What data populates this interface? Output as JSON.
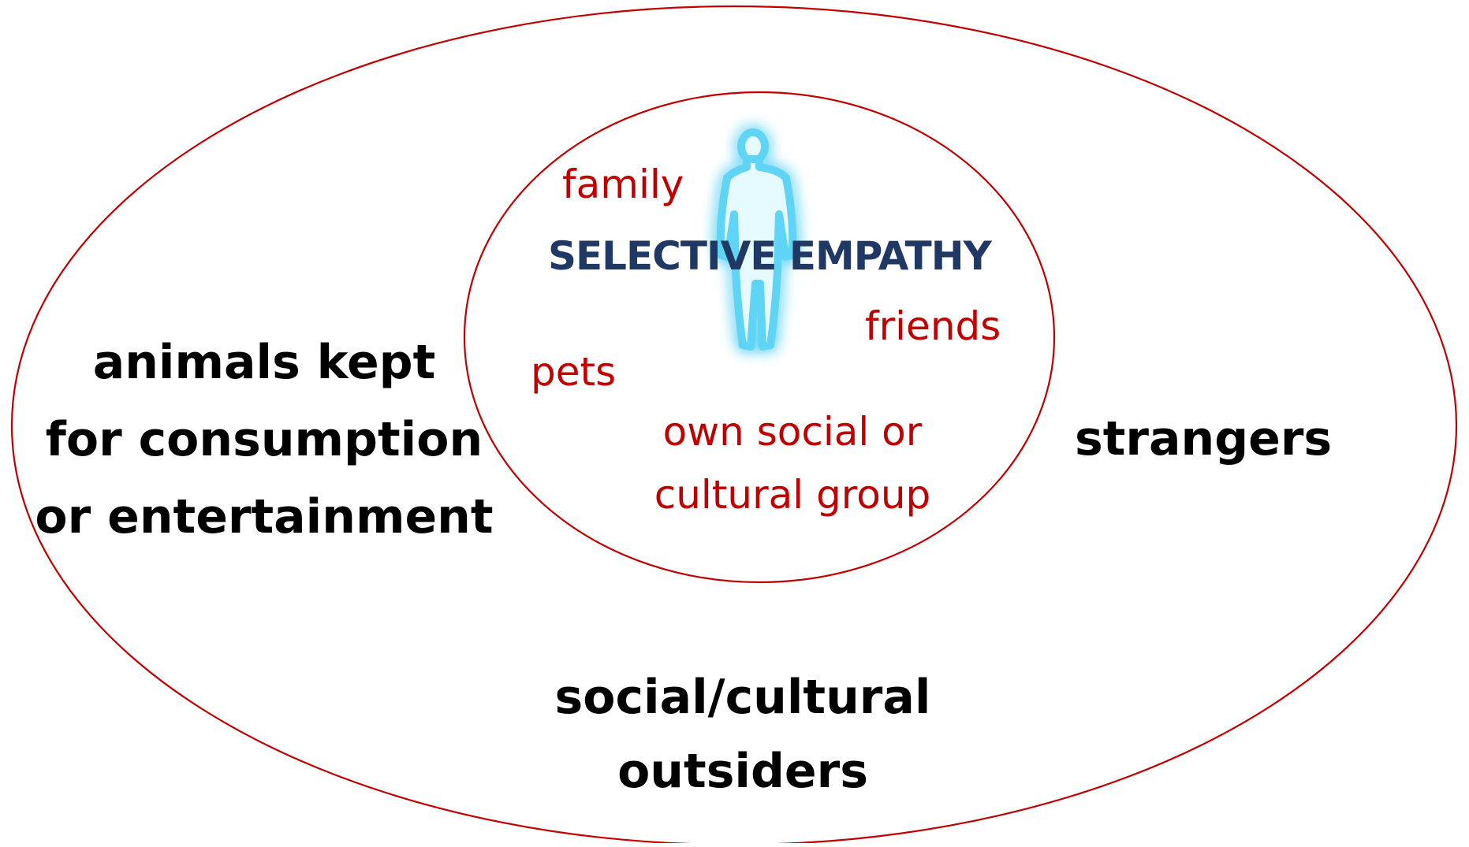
{
  "colors": {
    "ring_stroke": "#c00000",
    "outer_text": "#000000",
    "inner_text": "#c00000",
    "title_text": "#1f3864",
    "figure_fill": "#e6fbff",
    "figure_glow": "#5fd4f5"
  },
  "icons": {
    "center_figure": "human-figure-icon"
  },
  "title": "SELECTIVE EMPATHY",
  "inner_circle": {
    "family": "family",
    "friends": "friends",
    "pets": "pets",
    "own_group": [
      "own social or",
      "cultural group"
    ]
  },
  "outer_circle": {
    "animals": [
      "animals kept",
      "for consumption",
      "or entertainment"
    ],
    "strangers": "strangers",
    "outsiders": [
      "social/cultural",
      "outsiders"
    ]
  }
}
